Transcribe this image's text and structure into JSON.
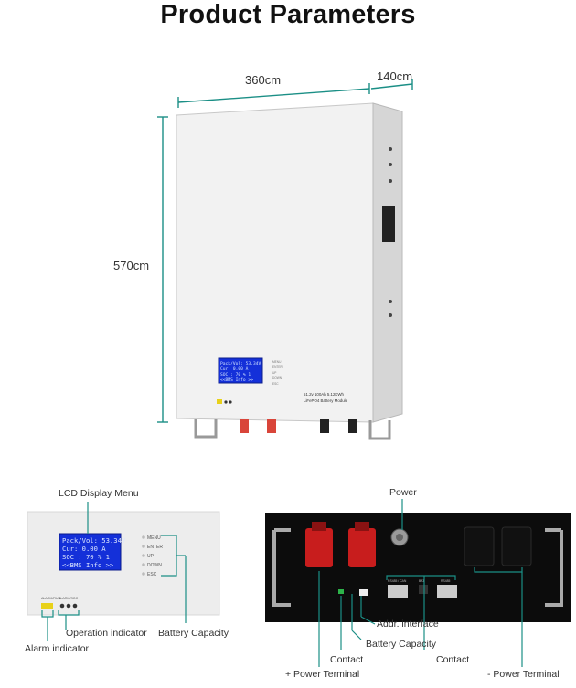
{
  "title": "Product Parameters",
  "dimensions": {
    "width": "360cm",
    "depth": "140cm",
    "height": "570cm"
  },
  "battery_front": {
    "model_label_line1": "51.2v 100Ah 5.12KWh",
    "model_label_line2": "LiFePO4 Battery Module",
    "lcd_lines": [
      "Pack/Vol: 53.34V",
      "Cur:    0.00 A",
      "SOC :  70 %  1",
      "<<BMS Info >>"
    ],
    "buttons": [
      "MENU",
      "ENTER",
      "UP",
      "DOWN",
      "ESC"
    ]
  },
  "lcd_panel": {
    "heading": "LCD Display Menu",
    "lcd_lines": [
      "Pack/Vol: 53.34V",
      "Cur:    0.00 A",
      "SOC :  70 %  1",
      "<<BMS Info >>"
    ],
    "buttons": [
      "MENU",
      "ENTER",
      "UP",
      "DOWN",
      "ESC"
    ],
    "small_labels": [
      "ALARM/RUN",
      "ALARM/SOC"
    ],
    "operation_indicator": "Operation indicator",
    "battery_capacity": "Battery Capacity",
    "alarm_indicator": "Alarm indicator"
  },
  "terminal_panel": {
    "power": "Power",
    "addr_interface": "Addr. interface",
    "battery_capacity": "Battery Capacity",
    "contact_left": "Contact",
    "contact_right": "Contact",
    "plus_terminal": "+ Power Terminal",
    "minus_terminal": "- Power Terminal",
    "port_labels": [
      "RS485 / CAN",
      "RS485",
      "BAT"
    ]
  },
  "colors": {
    "teal": "#1b8f86",
    "lcd_blue": "#1430d9",
    "red_cap": "#c81d1d"
  }
}
